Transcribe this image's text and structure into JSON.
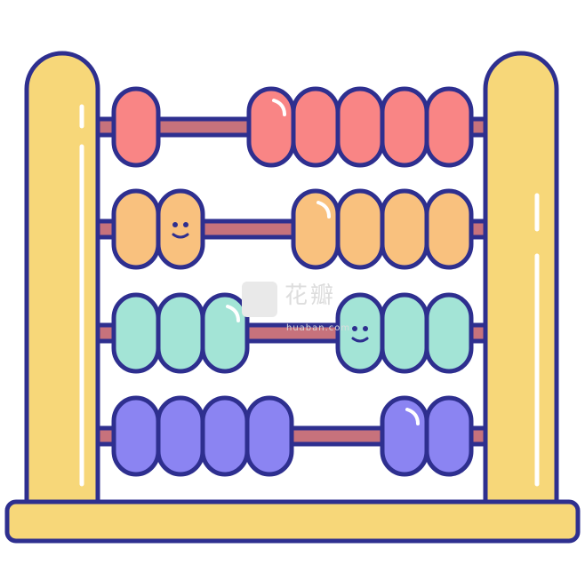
{
  "abacus": {
    "colors": {
      "outline": "#2e2f8f",
      "frame": "#f7d779",
      "rod": "#c7727c",
      "highlight": "#ffffff"
    },
    "rows": [
      {
        "color": "#f98585",
        "left_beads": 1,
        "right_beads": 5,
        "smiley_bead": null,
        "shine_bead": "right-1"
      },
      {
        "color": "#f9c17e",
        "left_beads": 2,
        "right_beads": 4,
        "smiley_bead": "left-2",
        "shine_bead": "right-1"
      },
      {
        "color": "#a3e4d6",
        "left_beads": 3,
        "right_beads": 3,
        "smiley_bead": "right-1",
        "shine_bead": "left-3"
      },
      {
        "color": "#8b84f2",
        "left_beads": 4,
        "right_beads": 2,
        "smiley_bead": null,
        "shine_bead": "right-1"
      }
    ]
  },
  "watermark": {
    "text": "花瓣",
    "subtext": "huaban.com"
  }
}
